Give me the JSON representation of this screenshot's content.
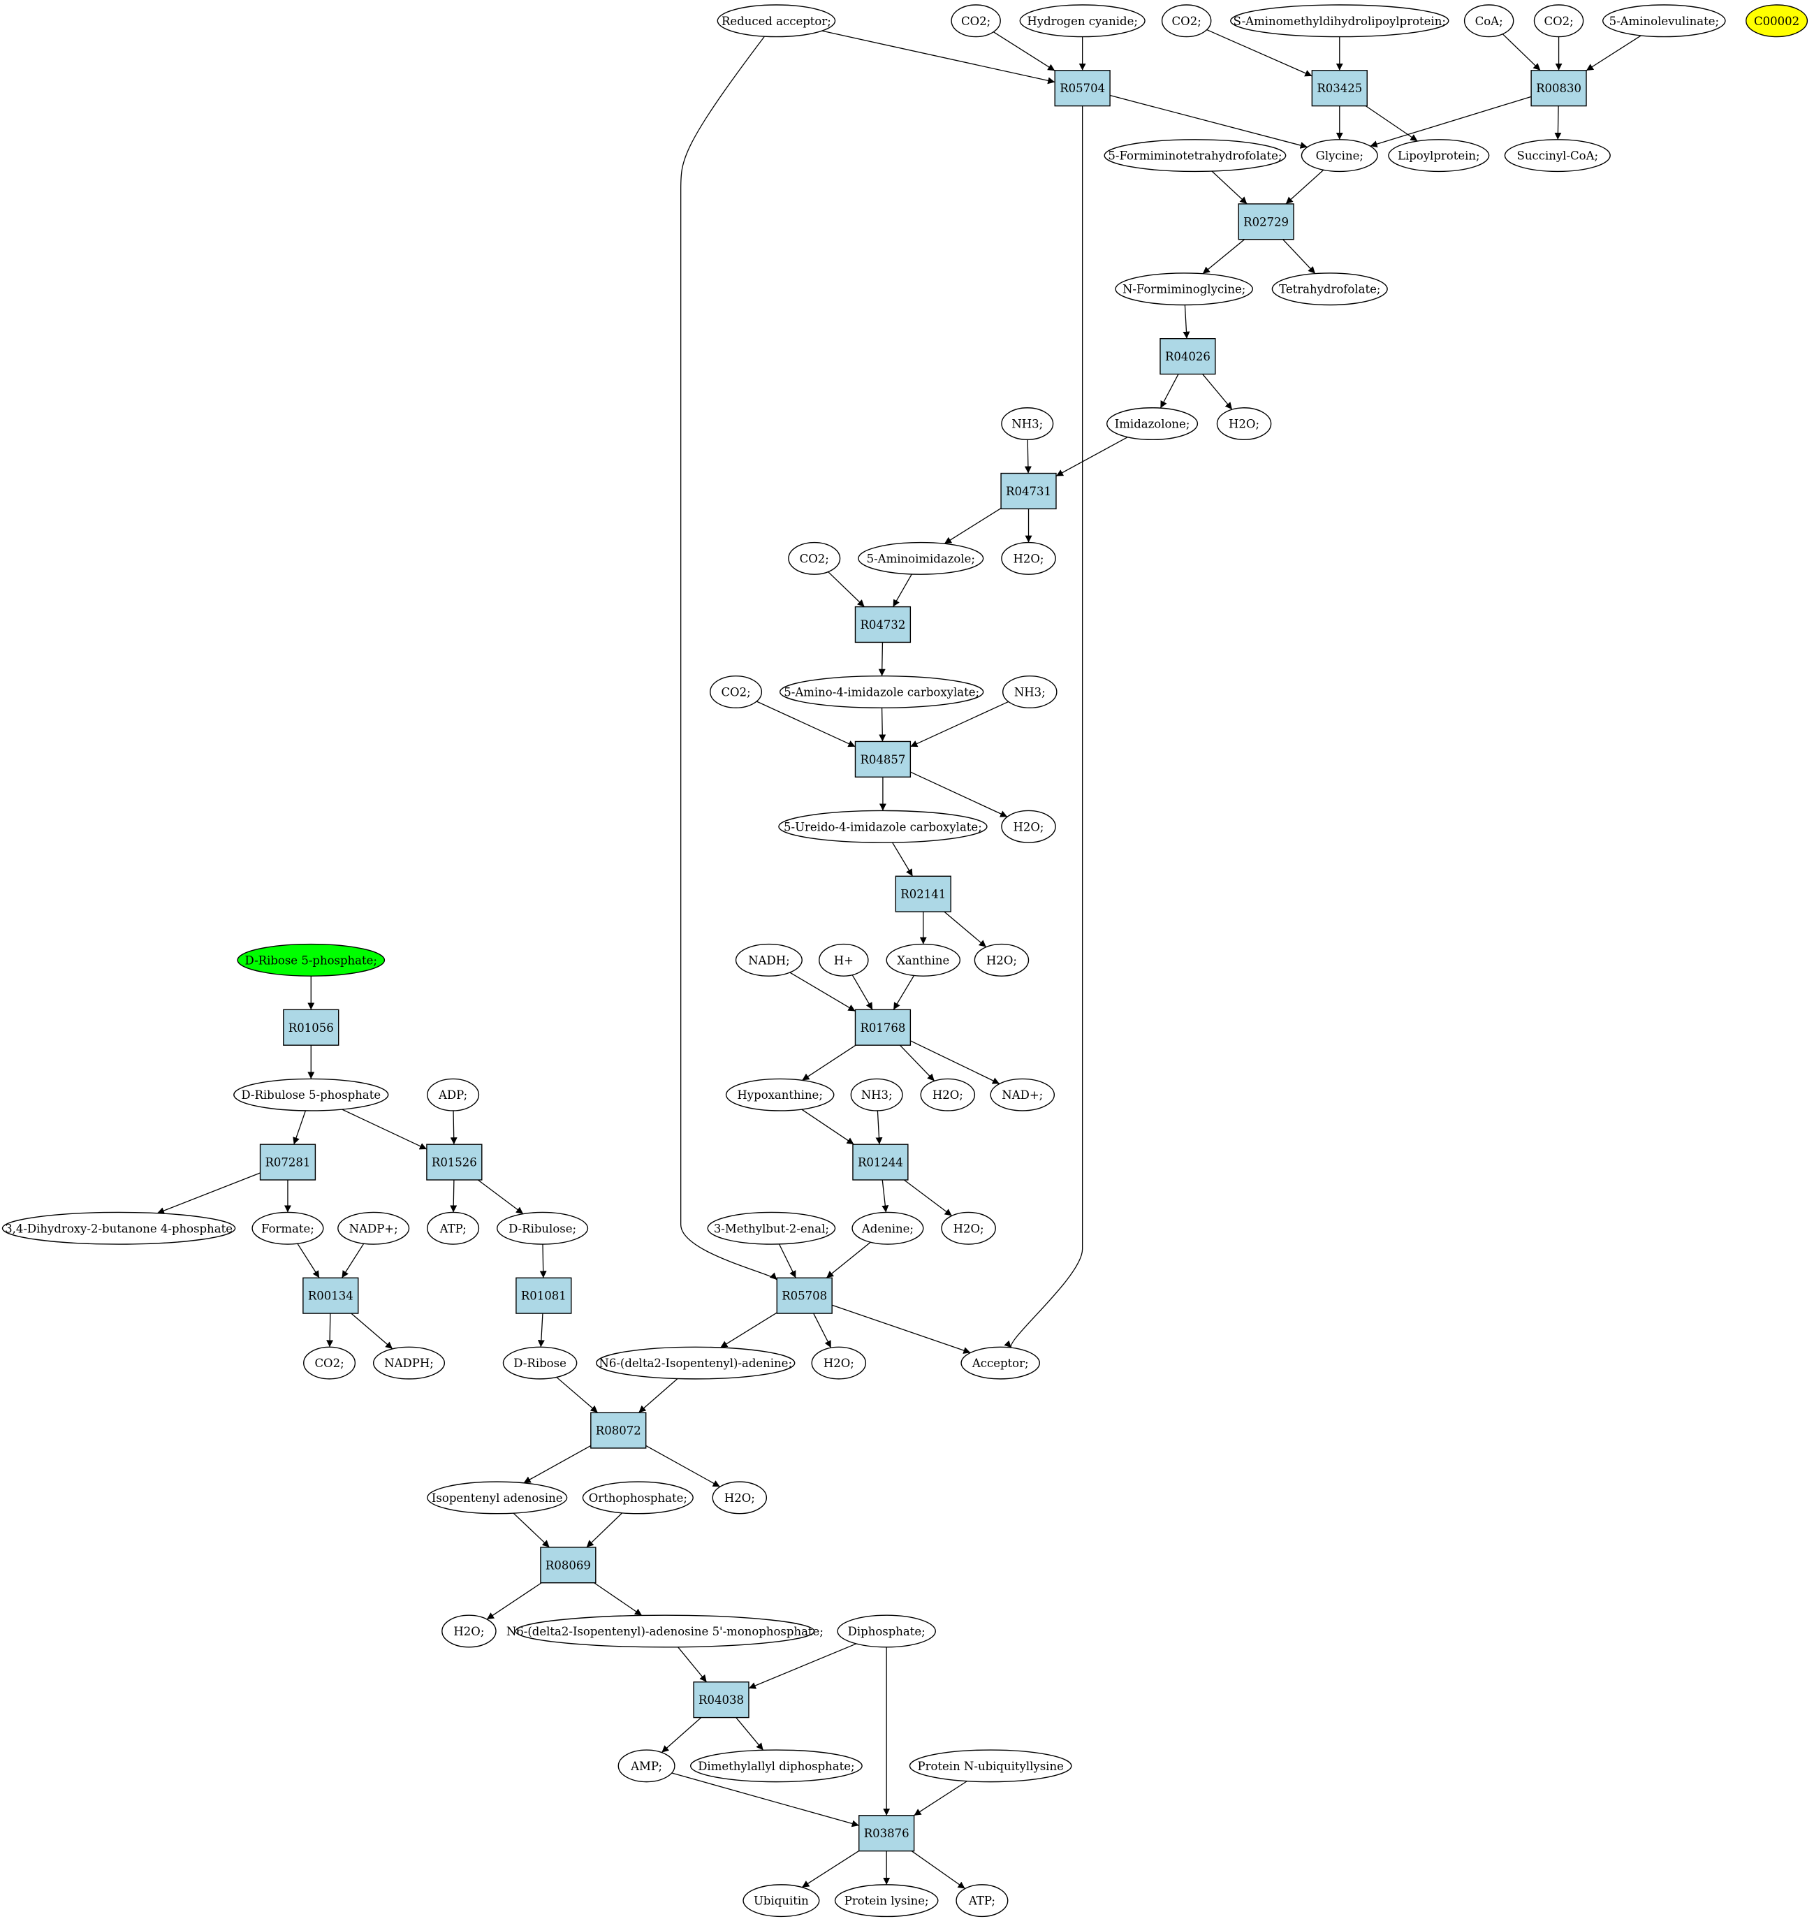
{
  "diagram": {
    "kind": "metabolic pathway graph",
    "colors": {
      "reaction_fill": "#add8e6",
      "metabolite_fill": "#ffffff",
      "source_fill": "#00ff00",
      "highlight_fill": "#ffff00",
      "stroke": "#000000"
    },
    "reactions": [
      {
        "id": "R05704",
        "label": "R05704"
      },
      {
        "id": "R03425",
        "label": "R03425"
      },
      {
        "id": "R00830",
        "label": "R00830"
      },
      {
        "id": "R02729",
        "label": "R02729"
      },
      {
        "id": "R04026",
        "label": "R04026"
      },
      {
        "id": "R04731",
        "label": "R04731"
      },
      {
        "id": "R04732",
        "label": "R04732"
      },
      {
        "id": "R04857",
        "label": "R04857"
      },
      {
        "id": "R02141",
        "label": "R02141"
      },
      {
        "id": "R01768",
        "label": "R01768"
      },
      {
        "id": "R01244",
        "label": "R01244"
      },
      {
        "id": "R05708",
        "label": "R05708"
      },
      {
        "id": "R01056",
        "label": "R01056"
      },
      {
        "id": "R07281",
        "label": "R07281"
      },
      {
        "id": "R01526",
        "label": "R01526"
      },
      {
        "id": "R00134",
        "label": "R00134"
      },
      {
        "id": "R01081",
        "label": "R01081"
      },
      {
        "id": "R08072",
        "label": "R08072"
      },
      {
        "id": "R08069",
        "label": "R08069"
      },
      {
        "id": "R04038",
        "label": "R04038"
      },
      {
        "id": "R03876",
        "label": "R03876"
      }
    ],
    "metabolites": [
      {
        "id": "red_acc",
        "label": "Reduced acceptor;"
      },
      {
        "id": "co2_a",
        "label": "CO2;"
      },
      {
        "id": "hcn",
        "label": "Hydrogen cyanide;"
      },
      {
        "id": "co2_b",
        "label": "CO2;"
      },
      {
        "id": "samlp",
        "label": "S-Aminomethyldihydrolipoylprotein;"
      },
      {
        "id": "coa",
        "label": "CoA;"
      },
      {
        "id": "co2_c",
        "label": "CO2;"
      },
      {
        "id": "ala5",
        "label": "5-Aminolevulinate;"
      },
      {
        "id": "c00002",
        "label": "C00002",
        "special": "highlight"
      },
      {
        "id": "fthf",
        "label": "5-Formiminotetrahydrofolate;"
      },
      {
        "id": "glycine",
        "label": "Glycine;"
      },
      {
        "id": "lipo",
        "label": "Lipoylprotein;"
      },
      {
        "id": "succoa",
        "label": "Succinyl-CoA;"
      },
      {
        "id": "nfg",
        "label": "N-Formiminoglycine;"
      },
      {
        "id": "thf",
        "label": "Tetrahydrofolate;"
      },
      {
        "id": "nh3_a",
        "label": "NH3;"
      },
      {
        "id": "imid",
        "label": "Imidazolone;"
      },
      {
        "id": "h2o_a",
        "label": "H2O;"
      },
      {
        "id": "co2_d",
        "label": "CO2;"
      },
      {
        "id": "ai5",
        "label": "5-Aminoimidazole;"
      },
      {
        "id": "h2o_b",
        "label": "H2O;"
      },
      {
        "id": "co2_e",
        "label": "CO2;"
      },
      {
        "id": "aic",
        "label": "5-Amino-4-imidazole carboxylate;"
      },
      {
        "id": "nh3_b",
        "label": "NH3;"
      },
      {
        "id": "uic",
        "label": "5-Ureido-4-imidazole carboxylate;"
      },
      {
        "id": "h2o_c",
        "label": "H2O;"
      },
      {
        "id": "nadh",
        "label": "NADH;"
      },
      {
        "id": "hplus",
        "label": "H+"
      },
      {
        "id": "xan",
        "label": "Xanthine"
      },
      {
        "id": "h2o_d",
        "label": "H2O;"
      },
      {
        "id": "r5p",
        "label": "D-Ribose 5-phosphate;",
        "special": "source"
      },
      {
        "id": "hypox",
        "label": "Hypoxanthine;"
      },
      {
        "id": "nh3_c",
        "label": "NH3;"
      },
      {
        "id": "h2o_e",
        "label": "H2O;"
      },
      {
        "id": "nadp_plus",
        "label": "NAD+;"
      },
      {
        "id": "ru5p",
        "label": "D-Ribulose 5-phosphate"
      },
      {
        "id": "adp",
        "label": "ADP;"
      },
      {
        "id": "dhbp",
        "label": "3,4-Dihydroxy-2-butanone 4-phosphate"
      },
      {
        "id": "formate",
        "label": "Formate;"
      },
      {
        "id": "nadp",
        "label": "NADP+;"
      },
      {
        "id": "atp_a",
        "label": "ATP;"
      },
      {
        "id": "drul",
        "label": "D-Ribulose;"
      },
      {
        "id": "mbe",
        "label": "3-Methylbut-2-enal;"
      },
      {
        "id": "adenine",
        "label": "Adenine;"
      },
      {
        "id": "h2o_f",
        "label": "H2O;"
      },
      {
        "id": "co2_f",
        "label": "CO2;"
      },
      {
        "id": "nadph",
        "label": "NADPH;"
      },
      {
        "id": "drib",
        "label": "D-Ribose"
      },
      {
        "id": "n6ia",
        "label": "N6-(delta2-Isopentenyl)-adenine;"
      },
      {
        "id": "h2o_g",
        "label": "H2O;"
      },
      {
        "id": "acceptor",
        "label": "Acceptor;"
      },
      {
        "id": "ipa",
        "label": "Isopentenyl adenosine"
      },
      {
        "id": "ortho",
        "label": "Orthophosphate;"
      },
      {
        "id": "h2o_h",
        "label": "H2O;"
      },
      {
        "id": "h2o_i",
        "label": "H2O;"
      },
      {
        "id": "n6imp",
        "label": "N6-(delta2-Isopentenyl)-adenosine 5'-monophosphate;"
      },
      {
        "id": "diphos",
        "label": "Diphosphate;"
      },
      {
        "id": "amp",
        "label": "AMP;"
      },
      {
        "id": "dmapp",
        "label": "Dimethylallyl diphosphate;"
      },
      {
        "id": "pnub",
        "label": "Protein N-ubiquityllysine"
      },
      {
        "id": "ubiq",
        "label": "Ubiquitin"
      },
      {
        "id": "plys",
        "label": "Protein lysine;"
      },
      {
        "id": "atp_b",
        "label": "ATP;"
      }
    ],
    "edges": [
      [
        "red_acc",
        "R05704"
      ],
      [
        "co2_a",
        "R05704"
      ],
      [
        "hcn",
        "R05704"
      ],
      [
        "R05704",
        "glycine"
      ],
      [
        "R05704",
        "acceptor"
      ],
      [
        "co2_b",
        "R03425"
      ],
      [
        "samlp",
        "R03425"
      ],
      [
        "R03425",
        "glycine"
      ],
      [
        "R03425",
        "lipo"
      ],
      [
        "coa",
        "R00830"
      ],
      [
        "co2_c",
        "R00830"
      ],
      [
        "ala5",
        "R00830"
      ],
      [
        "R00830",
        "glycine"
      ],
      [
        "R00830",
        "succoa"
      ],
      [
        "fthf",
        "R02729"
      ],
      [
        "glycine",
        "R02729"
      ],
      [
        "R02729",
        "nfg"
      ],
      [
        "R02729",
        "thf"
      ],
      [
        "nfg",
        "R04026"
      ],
      [
        "R04026",
        "imid"
      ],
      [
        "R04026",
        "h2o_a"
      ],
      [
        "nh3_a",
        "R04731"
      ],
      [
        "imid",
        "R04731"
      ],
      [
        "R04731",
        "ai5"
      ],
      [
        "R04731",
        "h2o_b"
      ],
      [
        "co2_d",
        "R04732"
      ],
      [
        "ai5",
        "R04732"
      ],
      [
        "R04732",
        "aic"
      ],
      [
        "co2_e",
        "R04857"
      ],
      [
        "aic",
        "R04857"
      ],
      [
        "nh3_b",
        "R04857"
      ],
      [
        "R04857",
        "uic"
      ],
      [
        "R04857",
        "h2o_c"
      ],
      [
        "uic",
        "R02141"
      ],
      [
        "R02141",
        "xan"
      ],
      [
        "R02141",
        "h2o_d"
      ],
      [
        "nadh",
        "R01768"
      ],
      [
        "hplus",
        "R01768"
      ],
      [
        "xan",
        "R01768"
      ],
      [
        "R01768",
        "hypox"
      ],
      [
        "R01768",
        "h2o_e"
      ],
      [
        "R01768",
        "nadp_plus"
      ],
      [
        "hypox",
        "R01244"
      ],
      [
        "nh3_c",
        "R01244"
      ],
      [
        "R01244",
        "adenine"
      ],
      [
        "R01244",
        "h2o_f"
      ],
      [
        "red_acc",
        "R05708"
      ],
      [
        "mbe",
        "R05708"
      ],
      [
        "adenine",
        "R05708"
      ],
      [
        "R05708",
        "n6ia"
      ],
      [
        "R05708",
        "h2o_g"
      ],
      [
        "R05708",
        "acceptor"
      ],
      [
        "r5p",
        "R01056"
      ],
      [
        "R01056",
        "ru5p"
      ],
      [
        "ru5p",
        "R07281"
      ],
      [
        "R07281",
        "dhbp"
      ],
      [
        "R07281",
        "formate"
      ],
      [
        "ru5p",
        "R01526"
      ],
      [
        "adp",
        "R01526"
      ],
      [
        "R01526",
        "atp_a"
      ],
      [
        "R01526",
        "drul"
      ],
      [
        "formate",
        "R00134"
      ],
      [
        "nadp",
        "R00134"
      ],
      [
        "R00134",
        "co2_f"
      ],
      [
        "R00134",
        "nadph"
      ],
      [
        "drul",
        "R01081"
      ],
      [
        "R01081",
        "drib"
      ],
      [
        "drib",
        "R08072"
      ],
      [
        "n6ia",
        "R08072"
      ],
      [
        "R08072",
        "ipa"
      ],
      [
        "R08072",
        "h2o_h"
      ],
      [
        "ipa",
        "R08069"
      ],
      [
        "ortho",
        "R08069"
      ],
      [
        "R08069",
        "h2o_i"
      ],
      [
        "R08069",
        "n6imp"
      ],
      [
        "n6imp",
        "R04038"
      ],
      [
        "diphos",
        "R04038"
      ],
      [
        "R04038",
        "amp"
      ],
      [
        "R04038",
        "dmapp"
      ],
      [
        "amp",
        "R03876"
      ],
      [
        "diphos",
        "R03876"
      ],
      [
        "pnub",
        "R03876"
      ],
      [
        "R03876",
        "ubiq"
      ],
      [
        "R03876",
        "plys"
      ],
      [
        "R03876",
        "atp_b"
      ]
    ]
  }
}
